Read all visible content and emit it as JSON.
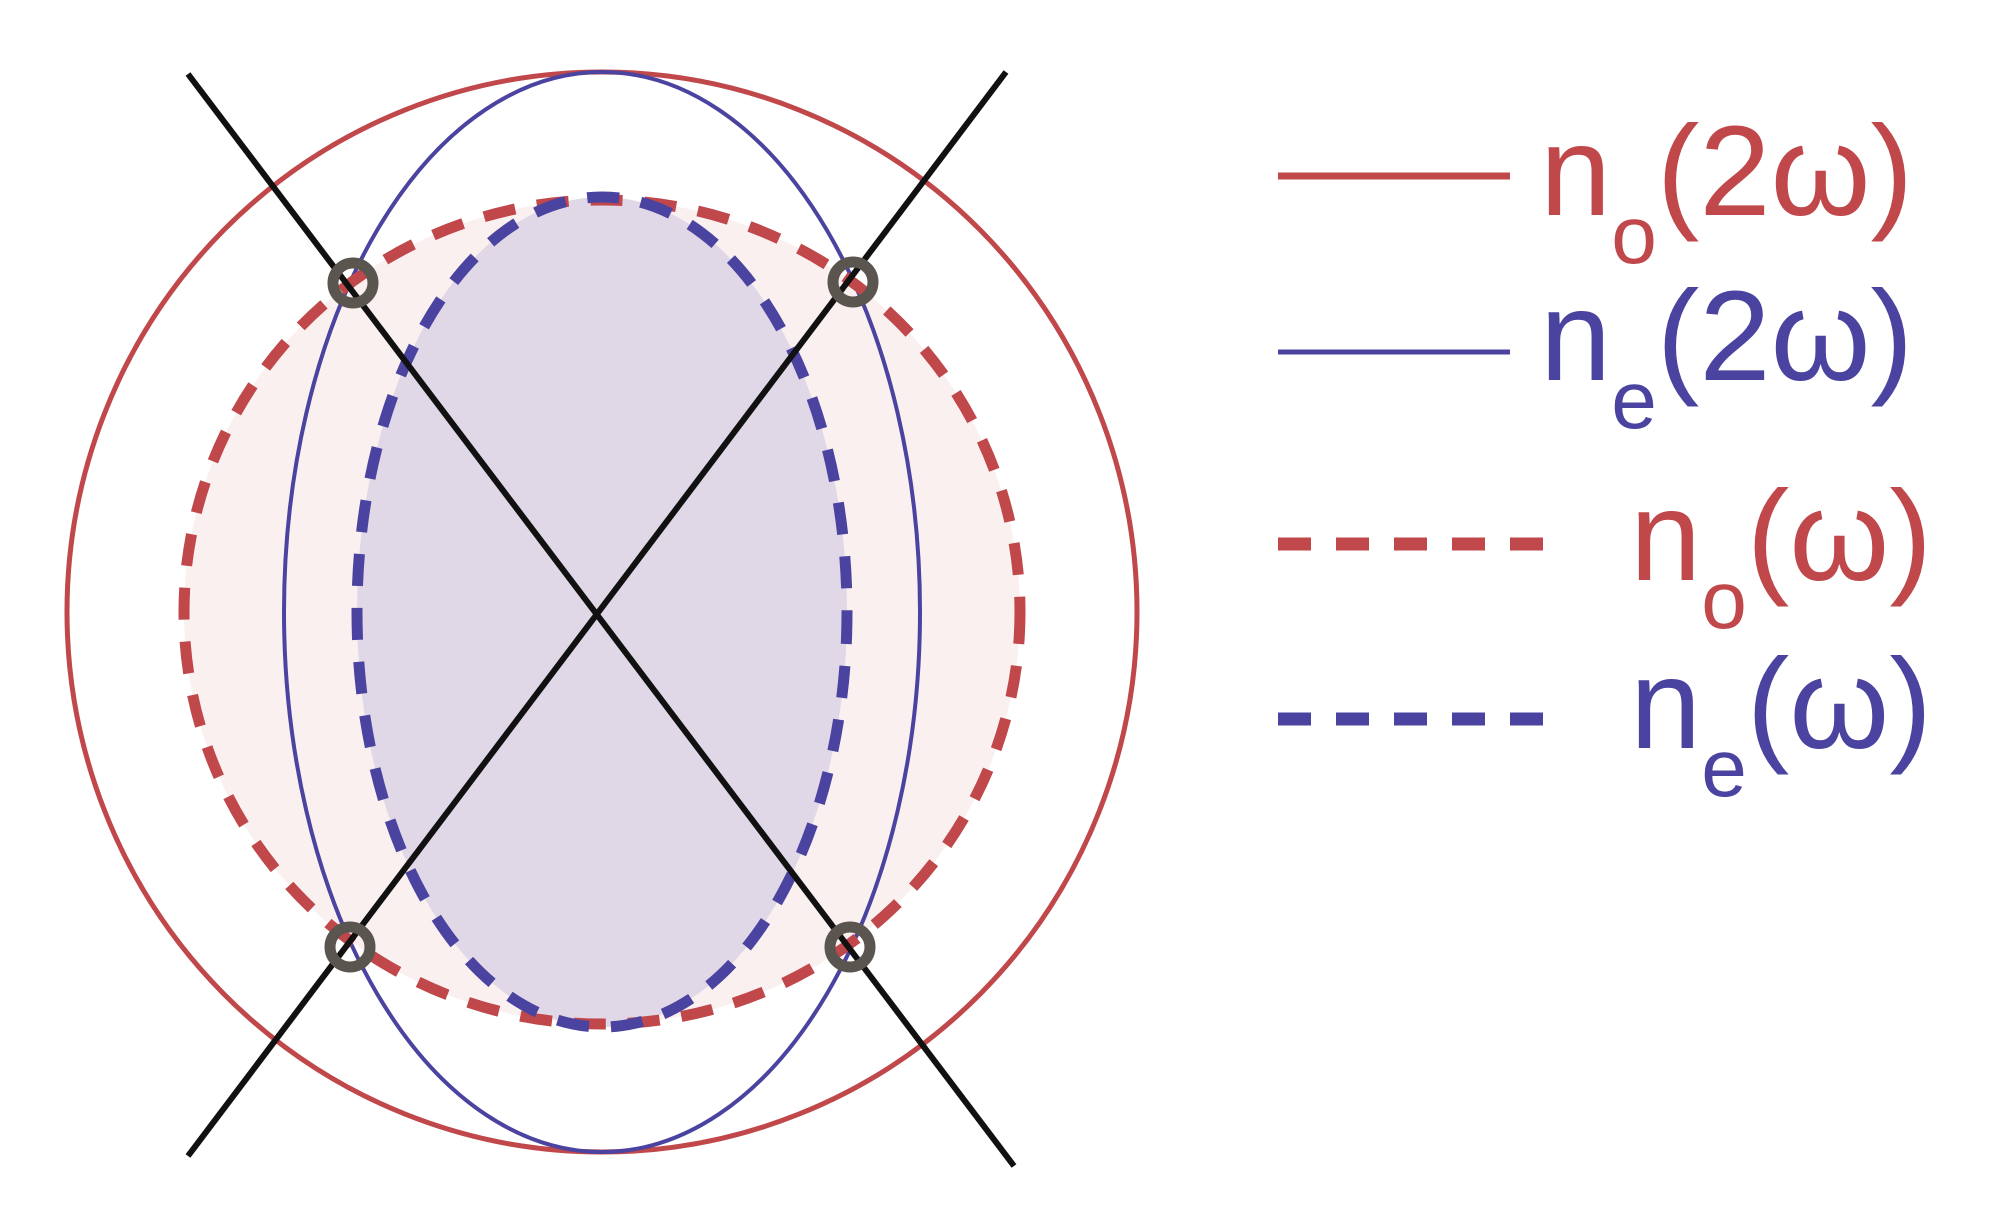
{
  "colors": {
    "red": "#c0474a",
    "blue": "#4b43a0",
    "black": "#111111",
    "point": "#5a554f",
    "fill_pink": "#faf0f0",
    "fill_lavender": "#e0d8e6",
    "background": "#ffffff"
  },
  "legend": [
    {
      "symbol": "n",
      "subscript": "o",
      "argument": "(2ω)",
      "color": "red",
      "line_style": "solid",
      "curve": "ordinary-index-2w"
    },
    {
      "symbol": "n",
      "subscript": "e",
      "argument": "(2ω)",
      "color": "blue",
      "line_style": "solid",
      "curve": "extraordinary-index-2w"
    },
    {
      "symbol": "n",
      "subscript": "o",
      "argument": "(ω)",
      "color": "red",
      "line_style": "dashed",
      "curve": "ordinary-index-w"
    },
    {
      "symbol": "n",
      "subscript": "e",
      "argument": "(ω)",
      "color": "blue",
      "line_style": "dashed",
      "curve": "extraordinary-index-w"
    }
  ],
  "phase_matching_points": 4
}
